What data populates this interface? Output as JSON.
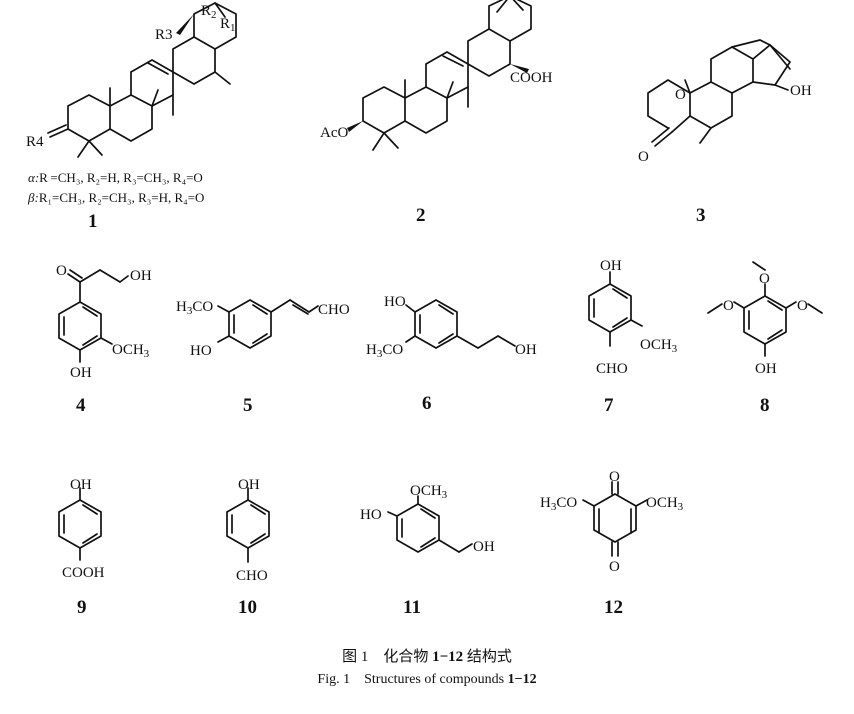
{
  "compound_numbers": [
    "1",
    "2",
    "3",
    "4",
    "5",
    "6",
    "7",
    "8",
    "9",
    "10",
    "11",
    "12"
  ],
  "labels": {
    "c1": {
      "r1": "R",
      "r1s": "1",
      "r2": "R",
      "r2s": "2",
      "r3": "R3",
      "r4": "R4"
    },
    "c1_alpha_prefix": "α:",
    "c1_alpha": "R =CH₃, R₂=H, R₃=CH₃, R₄=O",
    "c1_beta_prefix": "β:",
    "c1_beta": "R₁=CH₃, R₂=CH₃, R₃=H, R₄=O",
    "c2": {
      "cooh": "COOH",
      "aco": "AcO"
    },
    "c3": {
      "o_ring": "O",
      "oh": "OH",
      "o_keto": "O"
    },
    "c4": {
      "oh_top": "OH",
      "o_keto": "O",
      "och3": "OCH",
      "och3s": "3",
      "oh": "OH"
    },
    "c5": {
      "h3co": "H",
      "h3cos": "3",
      "h3co2": "CO",
      "ho": "HO",
      "cho": "CHO"
    },
    "c6": {
      "ho": "HO",
      "h3co": "H",
      "h3cos": "3",
      "h3co2": "CO",
      "oh": "OH"
    },
    "c7": {
      "oh": "OH",
      "och3": "OCH",
      "och3s": "3",
      "cho": "CHO"
    },
    "c8": {
      "o1": "O",
      "o2": "O",
      "o3": "O",
      "oh": "OH"
    },
    "c9": {
      "oh": "OH",
      "cooh": "COOH"
    },
    "c10": {
      "oh": "OH",
      "cho": "CHO"
    },
    "c11": {
      "och3": "OCH",
      "och3s": "3",
      "ho": "HO",
      "oh": "OH"
    },
    "c12": {
      "o_top": "O",
      "o_bot": "O",
      "h3co": "H",
      "h3cos": "3",
      "h3co2": "CO",
      "och3": "OCH",
      "och3s": "3"
    }
  },
  "caption": {
    "zh_fig": "图 1",
    "zh_text": "化合物",
    "zh_range": "1−12",
    "zh_tail": "结构式",
    "en_fig": "Fig. 1",
    "en_text": "Structures of compounds",
    "en_range": "1−12"
  }
}
